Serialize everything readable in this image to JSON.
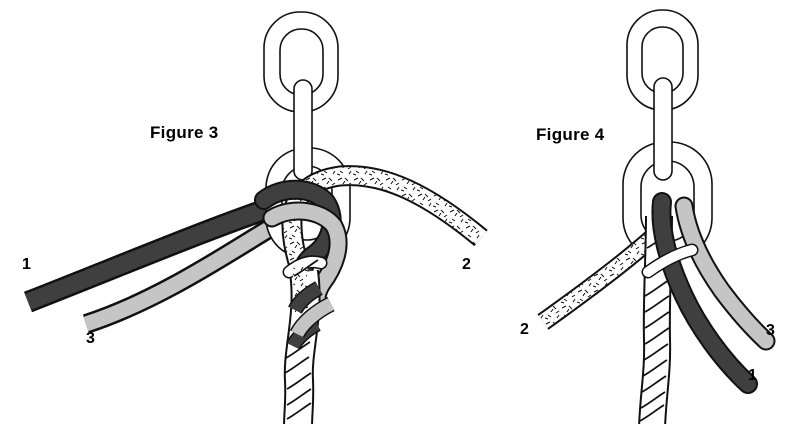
{
  "page": {
    "background": "#ffffff"
  },
  "figure3": {
    "caption": "Figure 3",
    "rope_labels": {
      "r1": "1",
      "r2": "2",
      "r3": "3"
    }
  },
  "figure4": {
    "caption": "Figure 4",
    "rope_labels": {
      "r1": "1",
      "r2": "2",
      "r3": "3"
    }
  },
  "colors": {
    "background": "#ffffff",
    "outline": "#111111",
    "chain_fill": "#ffffff",
    "rope1_dark": "#3f3f3f",
    "rope2_speckled": "#ffffff",
    "rope3_light_gray": "#c5c5c5",
    "label_text": "#000000"
  }
}
